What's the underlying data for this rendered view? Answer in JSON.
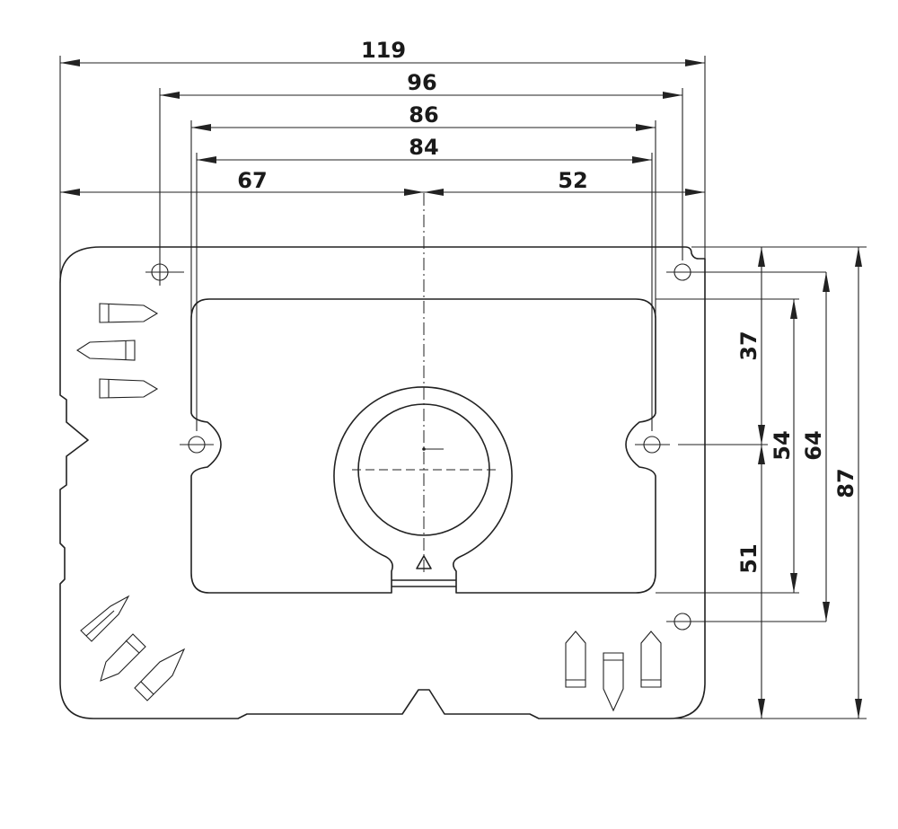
{
  "dimensions": {
    "horizontal": {
      "overall_width": "119",
      "hole_spacing_outer": "96",
      "cutout_width_outer": "86",
      "cutout_width_inner": "84",
      "left_to_center": "67",
      "center_to_right": "52"
    },
    "vertical": {
      "top_to_center": "37",
      "center_to_bottom": "51",
      "cutout_height": "54",
      "hole_spacing_vertical": "64",
      "overall_height": "87"
    }
  },
  "colors": {
    "line": "#222222",
    "background": "#ffffff"
  }
}
